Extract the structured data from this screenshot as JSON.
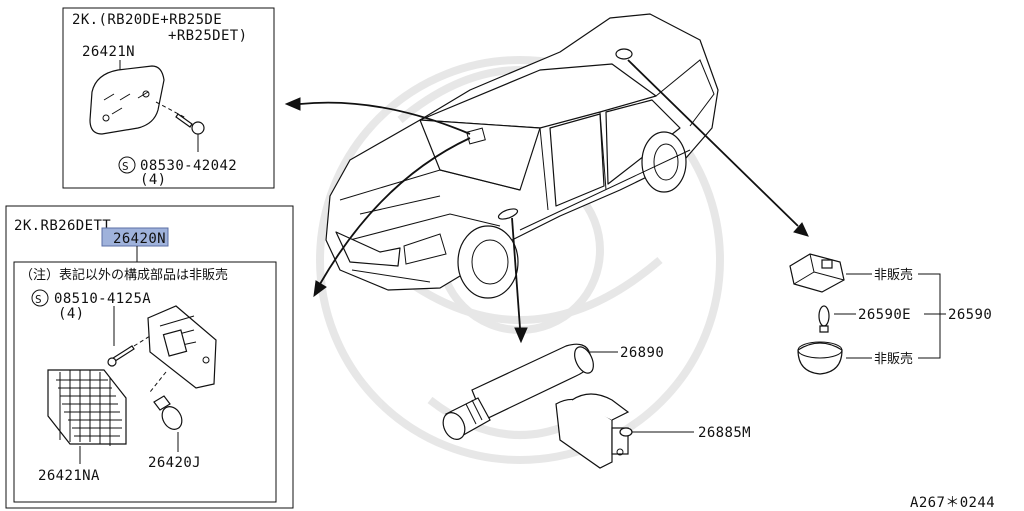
{
  "upper_box": {
    "variant_line1": "2K.(RB20DE+RB25DE",
    "variant_line2": "+RB25DET)",
    "lens_part": "26421N",
    "screw_part": "08530-42042",
    "screw_qty": "(4)",
    "s_mark": "S"
  },
  "lower_box": {
    "variant": "2K.RB26DETT",
    "highlighted_part": "26420N",
    "note": "（注）表記以外の構成部品は非販売",
    "screw_part": "08510-4125A",
    "screw_qty": "(4)",
    "s_mark": "S",
    "lens_part": "26421NA",
    "bulb_part": "26420J"
  },
  "right_parts": {
    "not_sold_top": "非販売",
    "bulb_part": "26590E",
    "assembly_part": "26590",
    "not_sold_bottom": "非販売"
  },
  "center_parts": {
    "flashlight_part": "26890",
    "clip_part": "26885M"
  },
  "footer": {
    "figure_code": "A267＊0244"
  },
  "colors": {
    "highlight": "#9fb2db",
    "line": "#111111"
  }
}
